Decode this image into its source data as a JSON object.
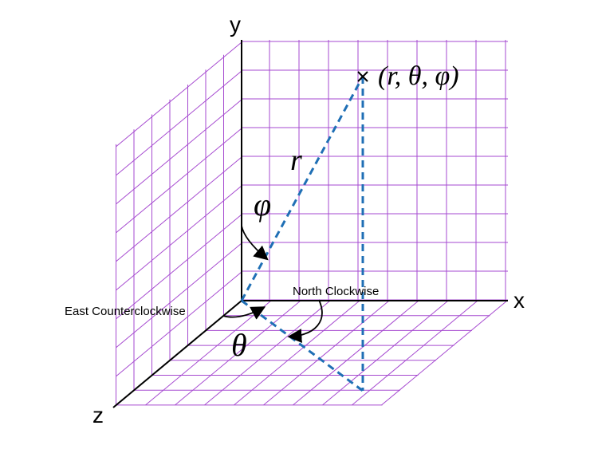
{
  "axes": {
    "x": "x",
    "y": "y",
    "z": "z"
  },
  "point_label": "(r, θ, φ)",
  "symbols": {
    "r": "r",
    "phi": "φ",
    "theta": "θ"
  },
  "directions": {
    "north": "North Clockwise",
    "east": "East Counterclockwise"
  },
  "colors": {
    "grid": "#a64ad0",
    "dashed": "#1f6fb5",
    "axis": "#000000"
  }
}
